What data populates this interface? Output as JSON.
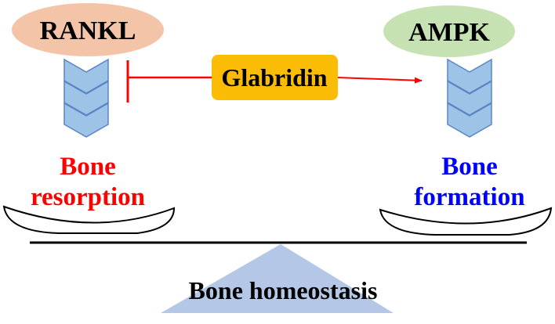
{
  "nodes": {
    "rankl": {
      "label": "RANKL",
      "fill": "#f4c4a8"
    },
    "ampk": {
      "label": "AMPK",
      "fill": "#c6e2b3"
    },
    "glabridin": {
      "label": "Glabridin",
      "fill": "#fbbc05"
    }
  },
  "outcomes": {
    "resorption": {
      "line1": "Bone",
      "line2": "resorption",
      "color": "#ff0000"
    },
    "formation": {
      "line1": "Bone",
      "line2": "formation",
      "color": "#0000ff"
    }
  },
  "balance": {
    "label": "Bone homeostasis",
    "fulcrum_color": "#b4c7e7"
  },
  "colors": {
    "chevron_fill": "#9dc3e6",
    "chevron_stroke": "#5b86c5",
    "inhibit": "#ff0000",
    "activate": "#ff0000"
  }
}
